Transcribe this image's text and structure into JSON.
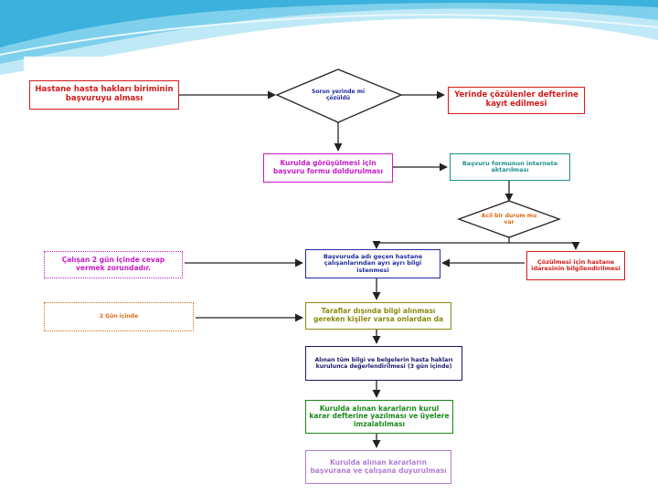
{
  "colors": {
    "header_wave_light": "#bfe9f6",
    "header_wave_mid": "#7fd0ec",
    "header_wave_dark": "#3bb1dc",
    "red": "#d41a1a",
    "blue": "#1f2aa0",
    "magenta": "#c81bc8",
    "teal": "#1f8e8e",
    "orange": "#e06a10",
    "olive": "#8a8a10",
    "navy": "#1a1a6a",
    "green": "#1a8a1a",
    "purple": "#b27cd6",
    "arrow": "#222222"
  },
  "flowchart": {
    "start": "Hastane hasta hakları biriminin başvuruyu alması",
    "decision1": "Sorun yerinde mi çözüldü",
    "resolved": "Yerinde çözülenler defterine kayıt edilmesi",
    "form": "Kurulda görüşülmesi için başvuru formu doldurulması",
    "notify": "Başvuru formunun internete aktarılması",
    "decision2": "Acil bir durum mu var",
    "employees": "Başvuruda adı geçen hastane çalışanlarından ayrı ayrı bilgi istenmesi",
    "urgent": "Çözülmesi için hastane idaresinin bilgilendirilmesi",
    "note1": "Çalışan 2 gün içinde cevap vermek zorundadır.",
    "note2": "2 Gün içinde",
    "parties": "Taraflar dışında bilgi alınması gereken kişiler varsa onlardan da",
    "evaluate": "Alınan tüm bilgi ve belgelerin hasta hakları kurulunca değerlendirilmesi (3 gün içinde)",
    "decision_book": "Kurulda alınan kararların kurul karar defterine yazılması ve üyelere imzalatılması",
    "inform": "Kurulda alınan kararların başvurana ve çalışana duyurulması"
  }
}
